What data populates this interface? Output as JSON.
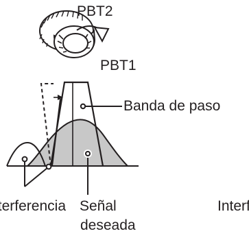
{
  "labels": {
    "pbt2": "PBT2",
    "pbt1": "PBT1",
    "passband": "Banda de paso",
    "interference_left": "Interferencia",
    "desired_signal_line1": "Señal",
    "desired_signal_line2": "deseada",
    "interference_right": "Interferencia"
  },
  "colors": {
    "stroke": "#231f20",
    "fill": "#c8c8c8",
    "background": "#ffffff"
  }
}
